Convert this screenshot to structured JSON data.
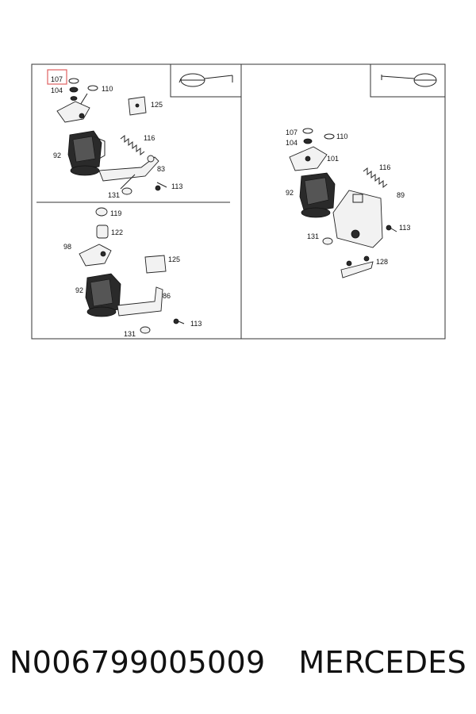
{
  "labels": {
    "tl": {
      "p107": "107",
      "p104": "104",
      "p110": "110",
      "p125": "125",
      "p116": "116",
      "p92": "92",
      "p83": "83",
      "p131": "131",
      "p113": "113"
    },
    "bl": {
      "p119": "119",
      "p122": "122",
      "p98": "98",
      "p125": "125",
      "p92": "92",
      "p86": "86",
      "p131": "131",
      "p113": "113"
    },
    "r": {
      "p107": "107",
      "p104": "104",
      "p110": "110",
      "p101": "101",
      "p116": "116",
      "p92": "92",
      "p89": "89",
      "p131": "131",
      "p113": "113",
      "p128": "128"
    }
  },
  "caption": {
    "part_number": "N006799005009",
    "brand": "MERCEDES"
  },
  "colors": {
    "highlight": "#e06060",
    "line": "#222222"
  },
  "icons": {
    "top_left_badge": "steering-wheel-icon",
    "top_right_badge": "steering-wheel-icon"
  }
}
